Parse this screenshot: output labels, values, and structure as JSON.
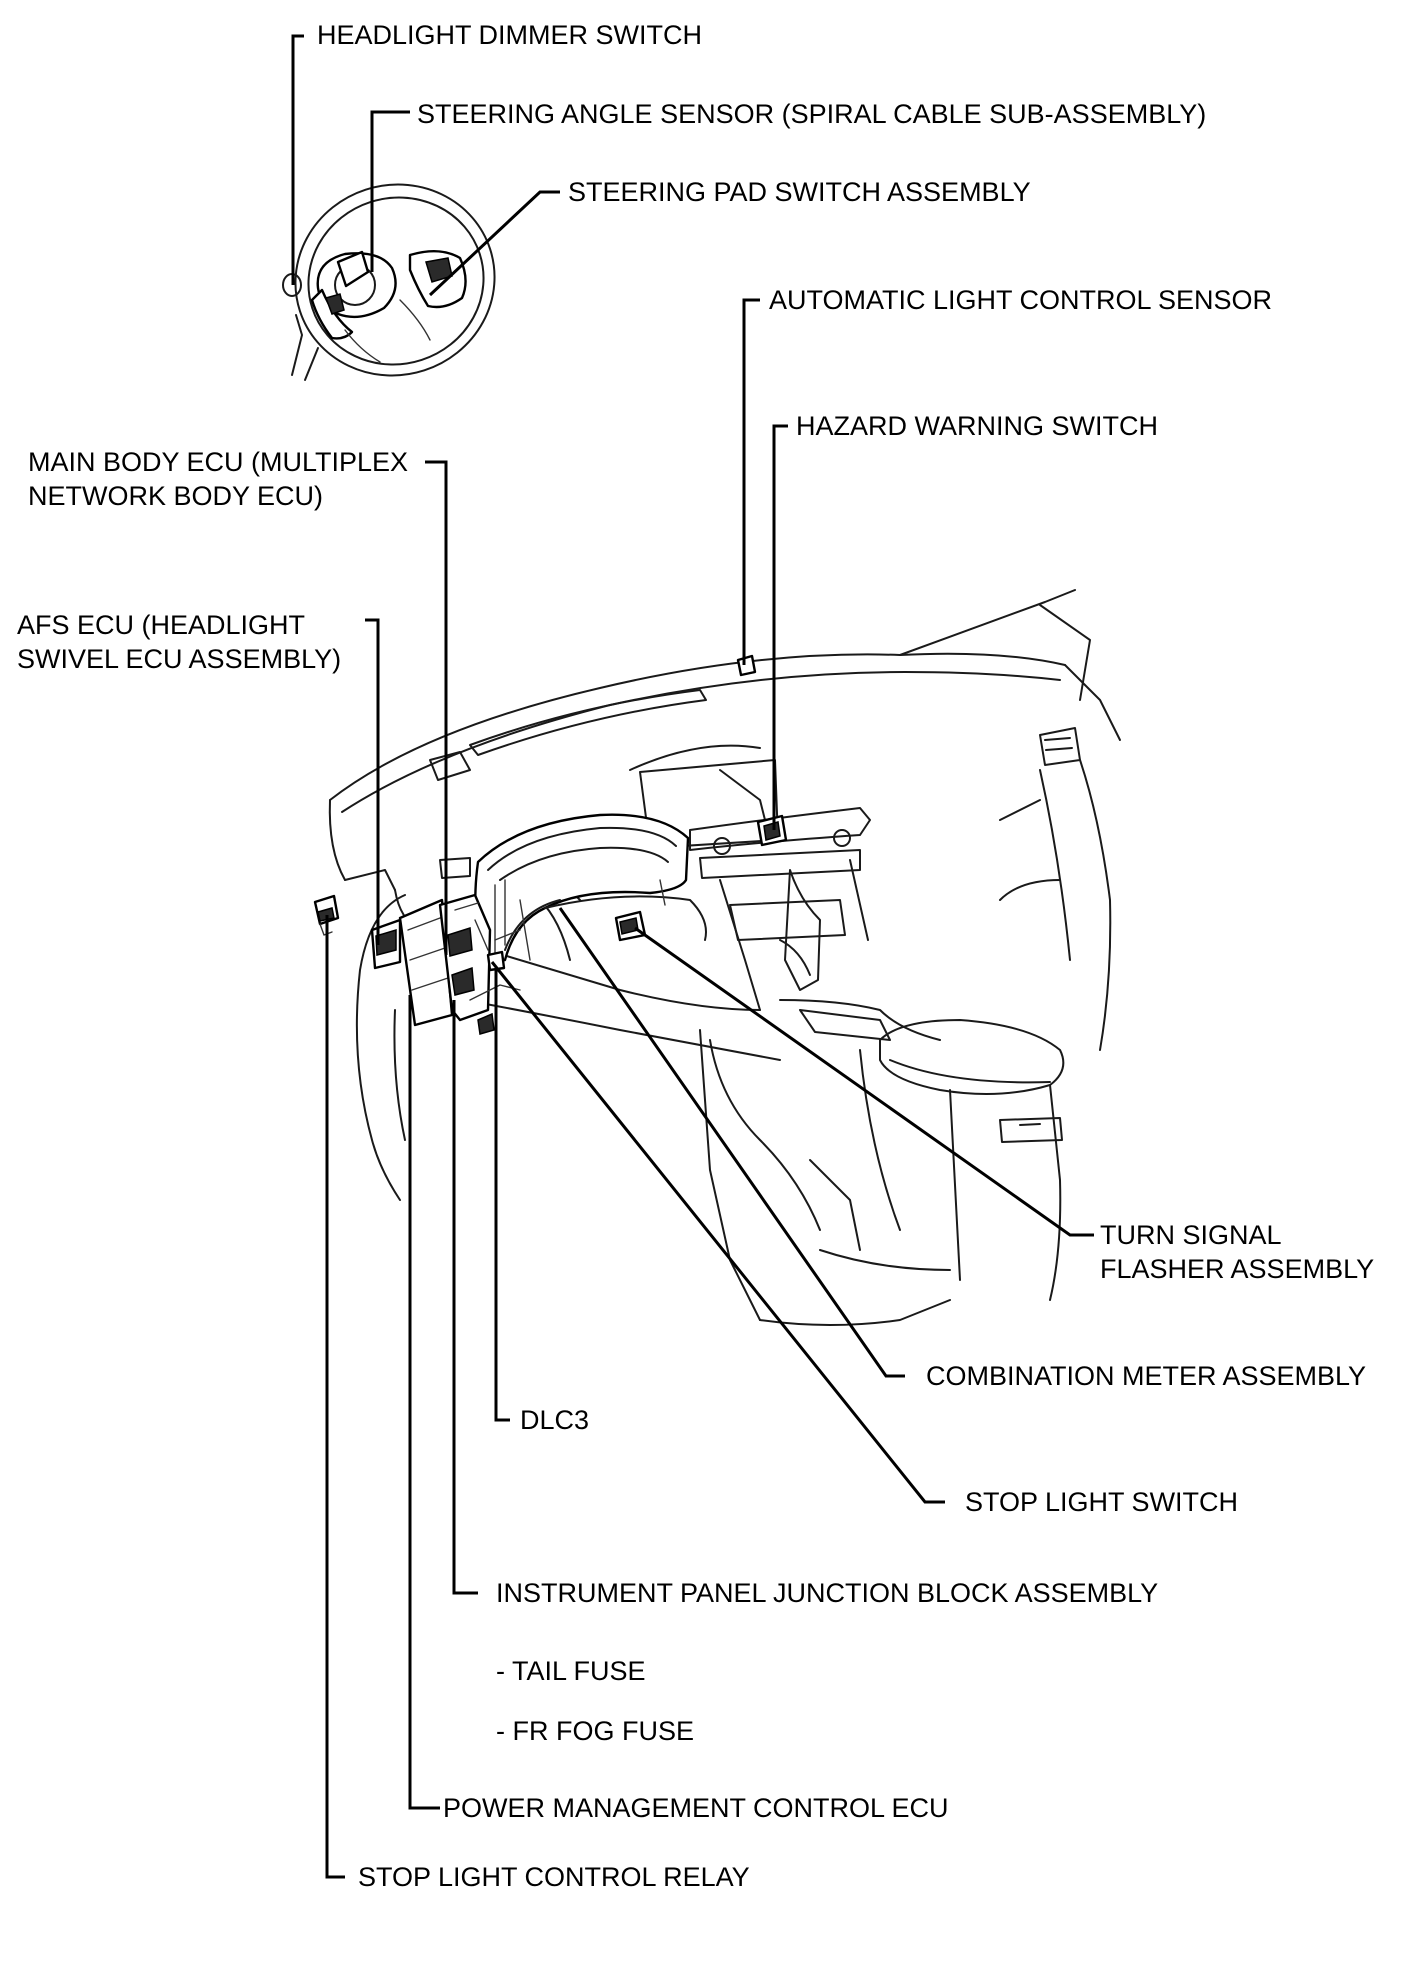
{
  "labels": {
    "headlight_dimmer_switch": "HEADLIGHT DIMMER SWITCH",
    "steering_angle_sensor": "STEERING ANGLE SENSOR (SPIRAL CABLE SUB-ASSEMBLY)",
    "steering_pad_switch": "STEERING PAD SWITCH ASSEMBLY",
    "automatic_light_control_sensor": "AUTOMATIC LIGHT CONTROL SENSOR",
    "hazard_warning_switch": "HAZARD WARNING SWITCH",
    "main_body_ecu_line1": "MAIN BODY ECU (MULTIPLEX",
    "main_body_ecu_line2": "NETWORK BODY ECU)",
    "afs_ecu_line1": "AFS ECU (HEADLIGHT",
    "afs_ecu_line2": "SWIVEL ECU ASSEMBLY)",
    "turn_signal_line1": "TURN SIGNAL",
    "turn_signal_line2": "FLASHER ASSEMBLY",
    "combination_meter": "COMBINATION METER ASSEMBLY",
    "dlc3": "DLC3",
    "stop_light_switch": "STOP LIGHT SWITCH",
    "instrument_panel_jb": "INSTRUMENT PANEL JUNCTION BLOCK ASSEMBLY",
    "tail_fuse": "- TAIL FUSE",
    "fr_fog_fuse": "- FR FOG FUSE",
    "power_management_ecu": "POWER MANAGEMENT CONTROL ECU",
    "stop_light_control_relay": "STOP LIGHT CONTROL RELAY"
  }
}
